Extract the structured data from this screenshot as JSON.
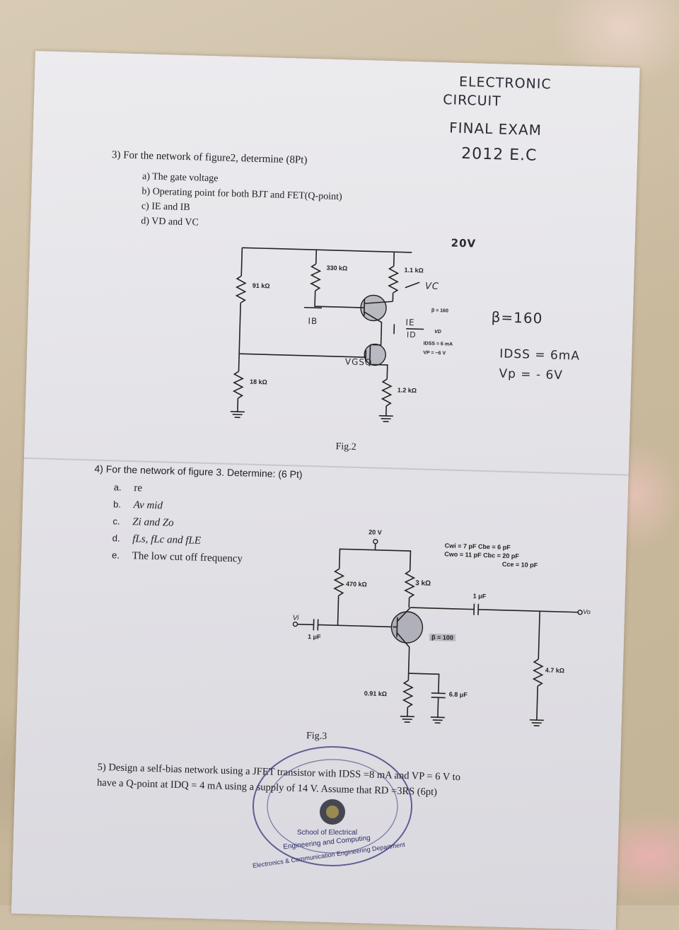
{
  "header": {
    "line1": "ELECTRONIC",
    "line2": "CIRCUIT",
    "line3": "FINAL EXAM",
    "line4": "2012 E.C"
  },
  "q3": {
    "title": "3) For the network of figure2, determine (8Pt)",
    "items": [
      "a)  The gate voltage",
      "b)  Operating point for both BJT and FET(Q-point)",
      "c)  IE and IB",
      "d)  VD and VC"
    ]
  },
  "fig2": {
    "supply": "20V",
    "r1": "91 kΩ",
    "r2": "18 kΩ",
    "rb": "330 kΩ",
    "rc": "1.1 kΩ",
    "rs": "1.2 kΩ",
    "vc": "VC",
    "beta_small": "β = 160",
    "vd": "VD",
    "idss_small": "IDSS = 6 mA",
    "vp_small": "VP = −6 V",
    "ib": "IB",
    "ie": "IE",
    "id": "ID",
    "vgs": "VGSQ",
    "beta_hand": "β=160",
    "idss_hand": "IDSS = 6mA",
    "vp_hand": "Vp = - 6V",
    "caption": "Fig.2"
  },
  "q4": {
    "title": "4) For the network of figure 3. Determine: (6 Pt)",
    "items": [
      {
        "letter": "a.",
        "text": "re"
      },
      {
        "letter": "b.",
        "text": "Av mid"
      },
      {
        "letter": "c.",
        "text": "Zi and Zo"
      },
      {
        "letter": "d.",
        "text": "fLs, fLc and fLE"
      },
      {
        "letter": "e.",
        "text": "The low cut off frequency"
      }
    ]
  },
  "fig3": {
    "supply": "20 V",
    "rb": "470 kΩ",
    "rc": "3 kΩ",
    "re": "0.91 kΩ",
    "rl": "4.7 kΩ",
    "cin": "1 μF",
    "cout": "1 μF",
    "ce": "6.8 μF",
    "beta": "β = 100",
    "vi": "Vi",
    "vo": "Vo",
    "caps1": "Cwi = 7 pF   Cbe = 6 pF",
    "caps2": "Cwo = 11 pF  Cbc = 20 pF",
    "caps3": "Cce = 10 pF",
    "caption": "Fig.3"
  },
  "q5": {
    "line1": "5) Design a self-bias network using a JFET transistor with IDSS =8 mA and VP = 6 V to",
    "line2": "have a Q-point at IDQ = 4 mA using a supply of 14 V. Assume that RD =3RS (6pt)"
  },
  "stamp": {
    "line1": "School of Electrical",
    "line2": "Engineering and Computing",
    "line3": "Electronics & Communication Engineering Department"
  }
}
